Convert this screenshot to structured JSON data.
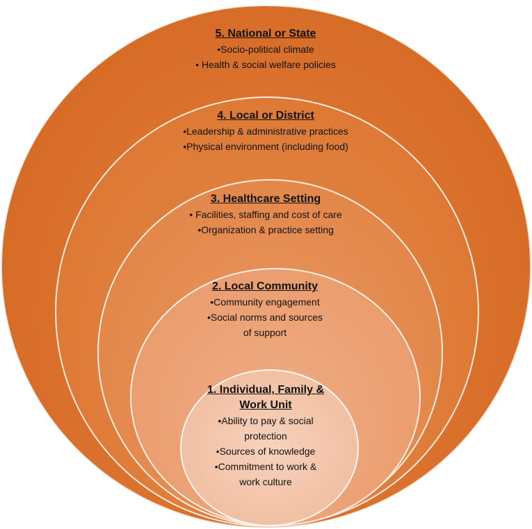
{
  "levels": [
    {
      "heading": "5. National or State",
      "items": [
        "•Socio-political climate",
        "• Health & social welfare policies"
      ]
    },
    {
      "heading": "4. Local or District",
      "items": [
        "•Leadership & administrative practices",
        "•Physical environment (including food)"
      ]
    },
    {
      "heading": "3. Healthcare Setting",
      "items": [
        "• Facilities, staffing and cost of care",
        "•Organization & practice setting"
      ]
    },
    {
      "heading": "2. Local Community",
      "items": [
        "•Community engagement",
        "•Social norms and sources",
        "of support"
      ]
    },
    {
      "heading_line1": "1. Individual,  Family &",
      "heading_line2": "Work Unit",
      "items": [
        "•Ability to pay & social",
        "protection",
        "•Sources of knowledge",
        "•Commitment to work &",
        "work culture"
      ]
    }
  ],
  "colors": {
    "outer": "#d96f2a",
    "level4": "#de7a36",
    "level3": "#e3884b",
    "level2": "#eb9e6f",
    "inner": "#f2c0a3"
  }
}
